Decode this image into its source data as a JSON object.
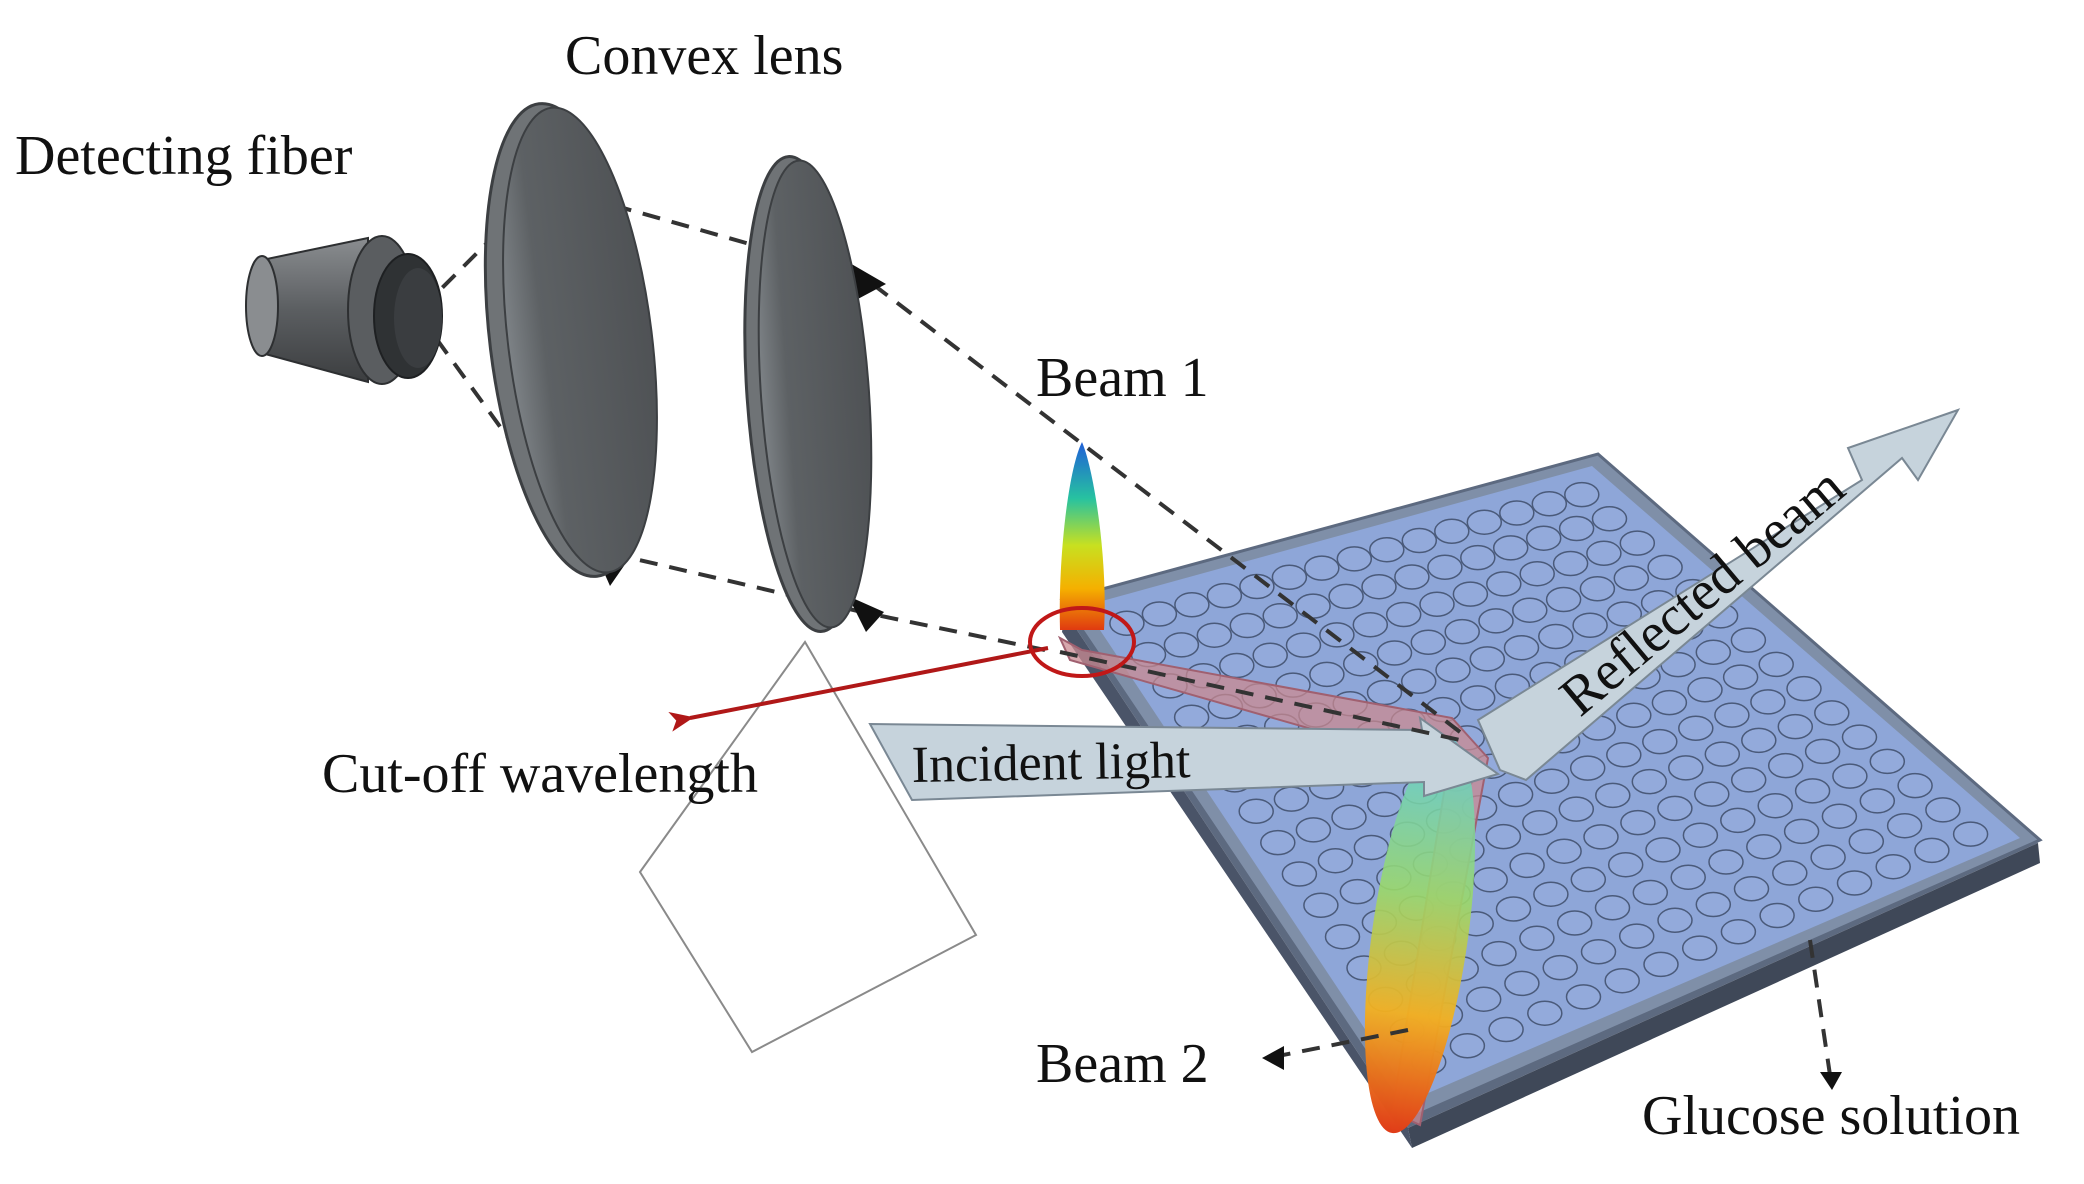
{
  "labels": {
    "convex_lens": "Convex lens",
    "detecting_fiber": "Detecting fiber",
    "beam1": "Beam 1",
    "beam2": "Beam 2",
    "reflected_beam": "Reflected beam",
    "incident_light": "Incident light",
    "cutoff_wavelength": "Cut-off wavelength",
    "glucose_solution": "Glucose solution"
  },
  "colors": {
    "plate_fill": "#8ea6d8",
    "plate_edge": "#5d6a80",
    "hole_stroke": "#4a5a7a",
    "lens_fill": "#5f6366",
    "fiber_fill": "#6b6e71",
    "beam_arrow_fill": "#c6d3dc",
    "cutoff_arrow": "#b01818",
    "highlight_circle": "#c01818",
    "path_fill": "#c98a92",
    "dashed": "#333333"
  },
  "grid": {
    "rows": 15,
    "cols": 15
  }
}
